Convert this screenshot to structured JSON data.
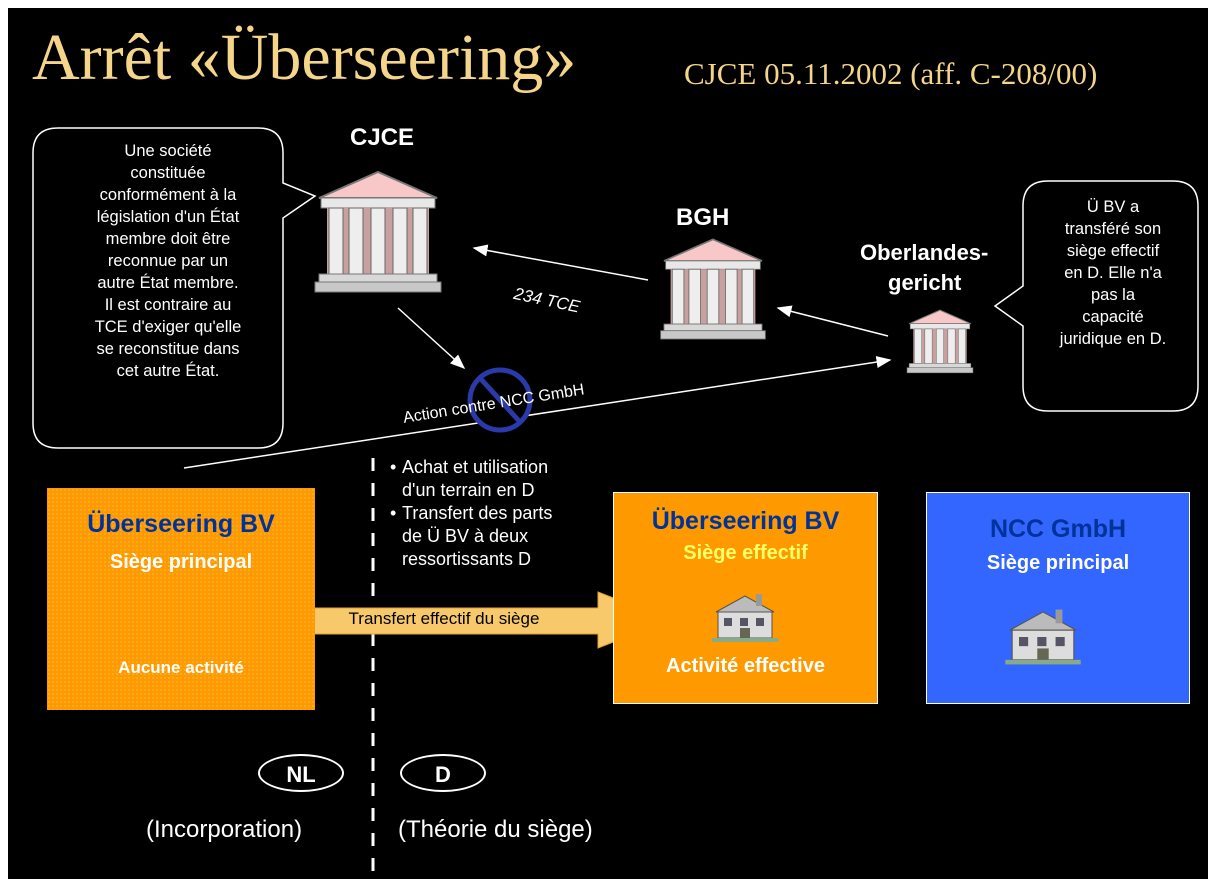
{
  "title": "Arrêt «Überseering»",
  "subtitle": "CJCE 05.11.2002 (aff. C-208/00)",
  "courts": {
    "cjce": "CJCE",
    "bgh": "BGH",
    "olg_line1": "Oberlandes-",
    "olg_line2": "gericht"
  },
  "left_bubble": [
    "Une société",
    "constituée",
    "conformément à la",
    "législation d'un État",
    "membre doit être",
    "reconnue par un",
    "autre État membre.",
    "Il est contraire au",
    "TCE d'exiger qu'elle",
    "se reconstitue dans",
    "cet autre État."
  ],
  "right_bubble": [
    "Ü BV a",
    "transféré son",
    "siège effectif",
    "en D. Elle n'a",
    "pas la",
    "capacité",
    "juridique en D."
  ],
  "arrow_labels": {
    "tce": "234 TCE",
    "action": "Action contre NCC GmbH",
    "transfer": "Transfert effectif du siège"
  },
  "bullets": [
    [
      "Achat et utilisation",
      "d'un terrain en D"
    ],
    [
      "Transfert des parts",
      "de Ü BV à deux",
      "ressortissants D"
    ]
  ],
  "boxes": {
    "nl": {
      "title": "Überseering BV",
      "sub": "Siège principal",
      "activity": "Aucune activité"
    },
    "d": {
      "title": "Überseering BV",
      "sub": "Siège effectif",
      "activity": "Activité effective"
    },
    "ncc": {
      "title": "NCC GmbH",
      "sub": "Siège principal"
    }
  },
  "countries": {
    "nl": "NL",
    "d": "D",
    "nl_theory": "(Incorporation)",
    "d_theory": "(Théorie du siège)"
  },
  "colors": {
    "background": "#000000",
    "title": "#f4d58a",
    "orange_box": "#ff9900",
    "ncc_box": "#3366ff",
    "title_text": "#003399",
    "yellow_text": "#ffff66"
  }
}
